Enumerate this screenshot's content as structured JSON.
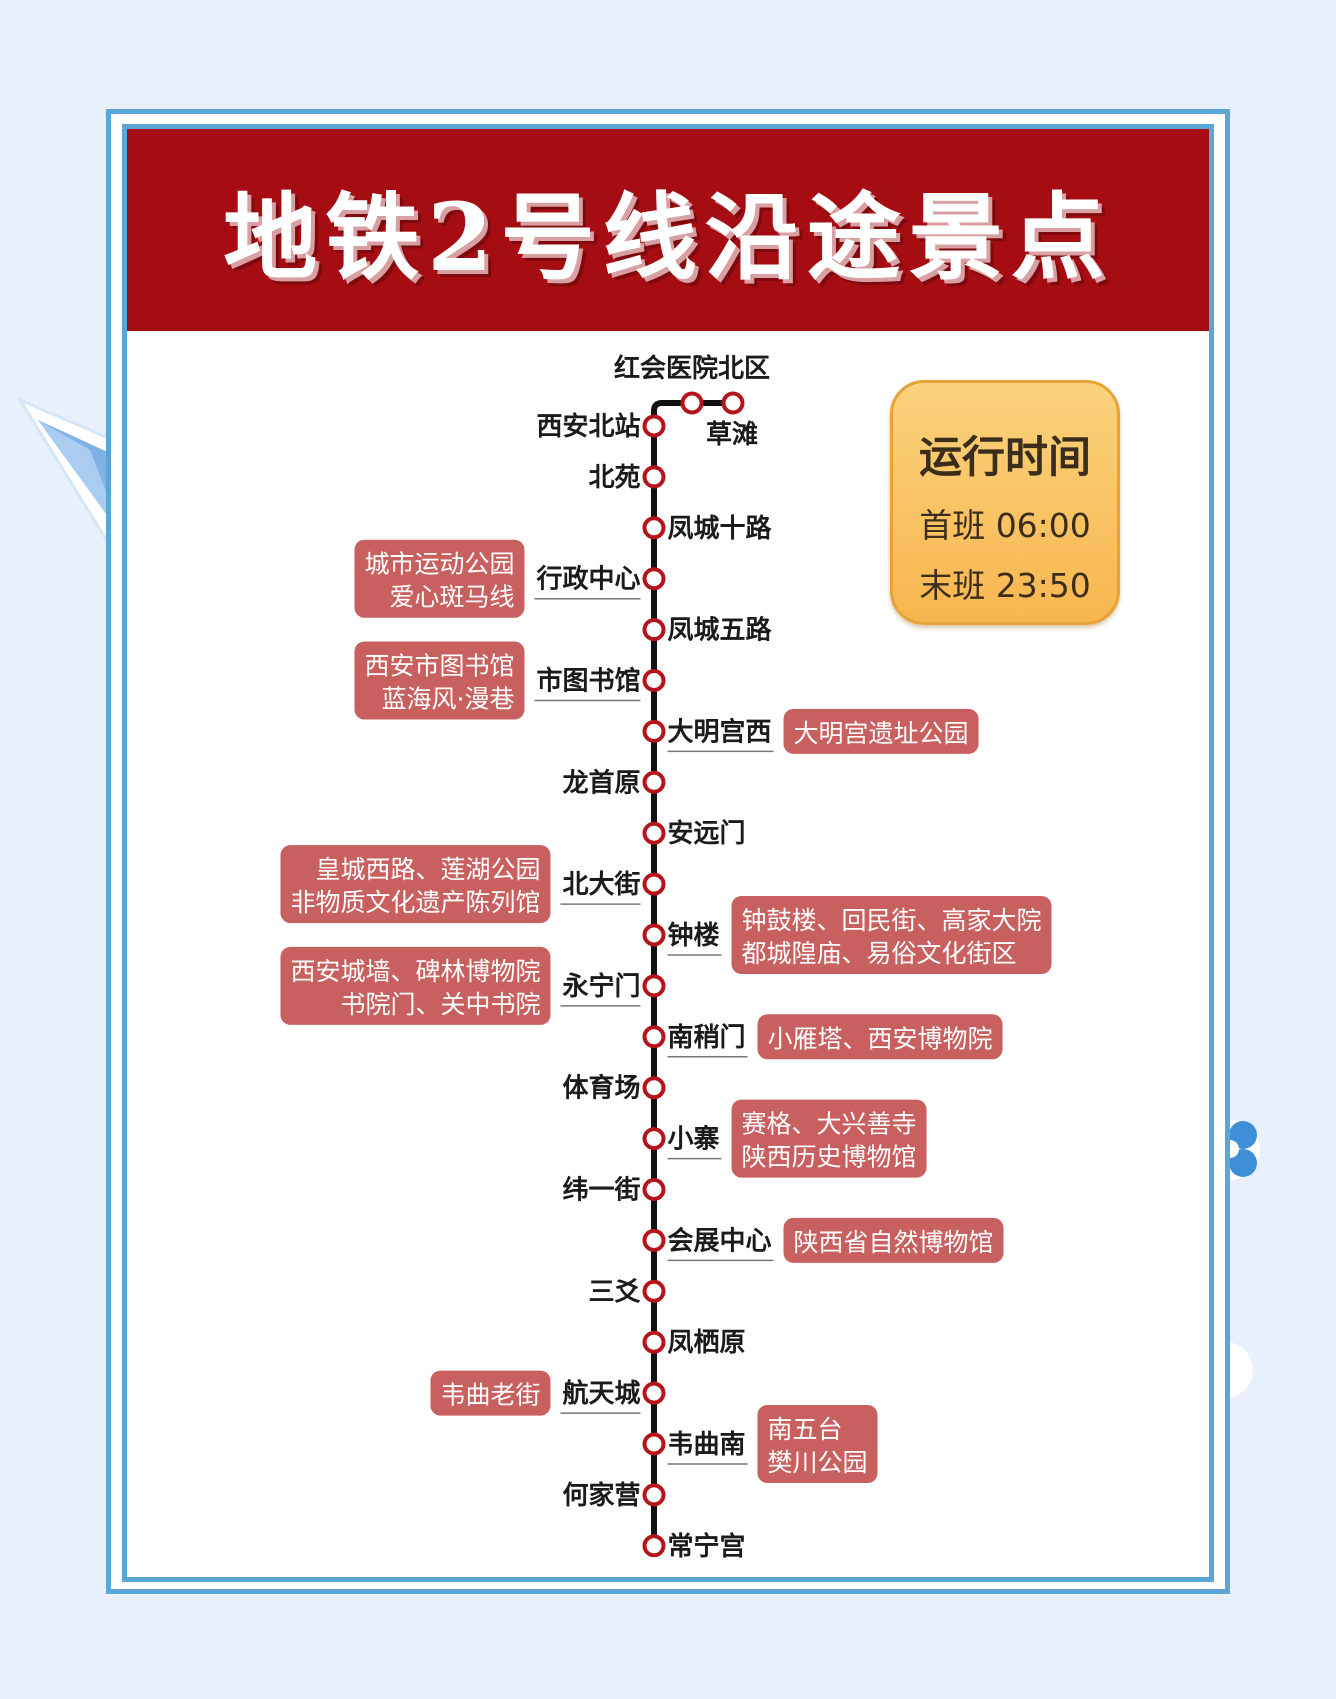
{
  "title": "地铁2号线沿途景点",
  "hours": {
    "title": "运行时间",
    "first_label": "首班",
    "first_time": "06:00",
    "last_label": "末班",
    "last_time": "23:50"
  },
  "colors": {
    "title_bar": "#a50d12",
    "line": "#111111",
    "station_ring": "#b5141a",
    "poi_box": "#c96060",
    "frame": "#5aa6d6",
    "hours_box": "#f9c462"
  },
  "branch": {
    "terminal": "红会医院北区",
    "station": "草滩"
  },
  "stations": [
    {
      "name": "西安北站",
      "side": "left",
      "underline": false,
      "poi": []
    },
    {
      "name": "北苑",
      "side": "left",
      "underline": false,
      "poi": []
    },
    {
      "name": "凤城十路",
      "side": "right",
      "underline": false,
      "poi": []
    },
    {
      "name": "行政中心",
      "side": "left",
      "underline": true,
      "poi": [
        "城市运动公园",
        "爱心斑马线"
      ]
    },
    {
      "name": "凤城五路",
      "side": "right",
      "underline": false,
      "poi": []
    },
    {
      "name": "市图书馆",
      "side": "left",
      "underline": true,
      "poi": [
        "西安市图书馆",
        "蓝海风·漫巷"
      ]
    },
    {
      "name": "大明宫西",
      "side": "right",
      "underline": true,
      "poi": [
        "大明宫遗址公园"
      ]
    },
    {
      "name": "龙首原",
      "side": "left",
      "underline": false,
      "poi": []
    },
    {
      "name": "安远门",
      "side": "right",
      "underline": false,
      "poi": []
    },
    {
      "name": "北大街",
      "side": "left",
      "underline": true,
      "poi": [
        "皇城西路、莲湖公园",
        "非物质文化遗产陈列馆"
      ]
    },
    {
      "name": "钟楼",
      "side": "right",
      "underline": true,
      "poi": [
        "钟鼓楼、回民街、高家大院",
        "都城隍庙、易俗文化街区"
      ]
    },
    {
      "name": "永宁门",
      "side": "left",
      "underline": true,
      "poi": [
        "西安城墙、碑林博物院",
        "书院门、关中书院"
      ]
    },
    {
      "name": "南稍门",
      "side": "right",
      "underline": true,
      "poi": [
        "小雁塔、西安博物院"
      ]
    },
    {
      "name": "体育场",
      "side": "left",
      "underline": false,
      "poi": []
    },
    {
      "name": "小寨",
      "side": "right",
      "underline": true,
      "poi": [
        "赛格、大兴善寺",
        "陕西历史博物馆"
      ]
    },
    {
      "name": "纬一街",
      "side": "left",
      "underline": false,
      "poi": []
    },
    {
      "name": "会展中心",
      "side": "right",
      "underline": true,
      "poi": [
        "陕西省自然博物馆"
      ]
    },
    {
      "name": "三爻",
      "side": "left",
      "underline": false,
      "poi": []
    },
    {
      "name": "凤栖原",
      "side": "right",
      "underline": false,
      "poi": []
    },
    {
      "name": "航天城",
      "side": "left",
      "underline": true,
      "poi": [
        "韦曲老街"
      ]
    },
    {
      "name": "韦曲南",
      "side": "right",
      "underline": true,
      "poi": [
        "南五台",
        "樊川公园"
      ]
    },
    {
      "name": "何家营",
      "side": "left",
      "underline": false,
      "poi": []
    },
    {
      "name": "常宁宫",
      "side": "right",
      "underline": false,
      "poi": []
    }
  ]
}
